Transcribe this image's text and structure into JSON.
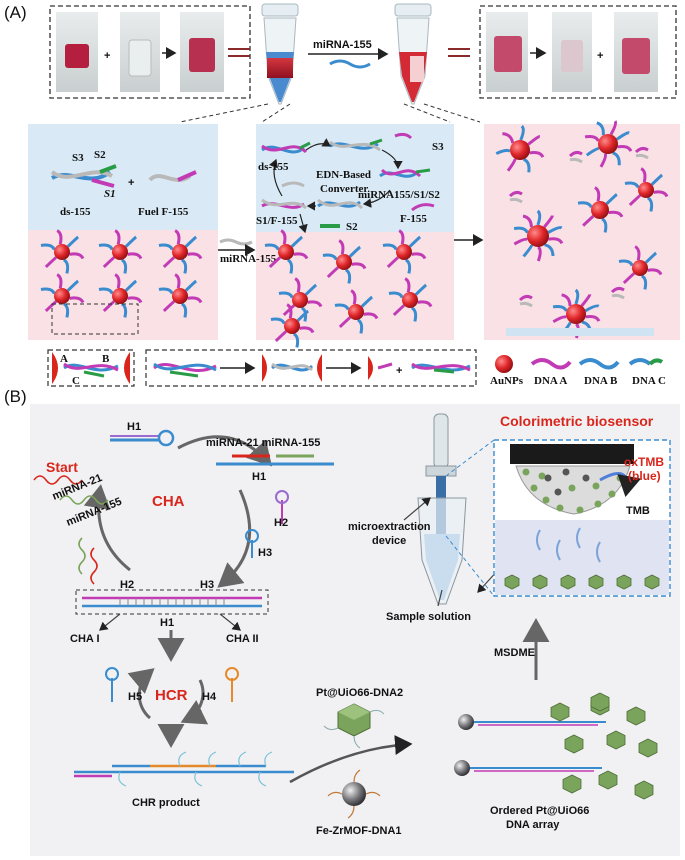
{
  "panel_a": {
    "label": "(A)",
    "arrow_mirna": "miRNA-155",
    "ds155": "ds-155",
    "fuel": "Fuel F-155",
    "plus": "+",
    "s1": "S1",
    "s2": "S2",
    "s3": "S3",
    "mirna_arrow2": "miRNA-155",
    "converter_ds155": "ds-155",
    "converter_title1": "EDN-Based",
    "converter_title2": "Converter",
    "converter_s3": "S3",
    "converter_mirna": "miRNA155/S1/S2",
    "converter_s1f": "S1/F-155",
    "converter_f155": "F-155",
    "converter_s2": "S2",
    "link_a": "A",
    "link_b": "B",
    "link_c": "C",
    "legend": [
      "AuNPs",
      "DNA A",
      "DNA B",
      "DNA C"
    ]
  },
  "panel_b": {
    "label": "(B)",
    "start": "Start",
    "h1": "H1",
    "mirna21_155": "miRNA-21 miRNA-155",
    "h1b": "H1",
    "h2": "H2",
    "h3": "H3",
    "mirna21": "miRNA-21",
    "mirna155": "miRNA-155",
    "cha": "CHA",
    "duplex_h2": "H2",
    "duplex_h3": "H3",
    "duplex_h1": "H1",
    "cha1": "CHA I",
    "cha2": "CHA II",
    "hcr": "HCR",
    "h4": "H4",
    "h5": "H5",
    "chr_product": "CHR product",
    "pt_uio": "Pt@UiO66-DNA2",
    "fe_mof": "Fe-ZrMOF-DNA1",
    "ordered1": "Ordered Pt@UiO66",
    "ordered2": "DNA array",
    "msdme": "MSDME",
    "biosensor": "Colorimetric biosensor",
    "oxtmb1": "oxTMB",
    "oxtmb2": "(blue)",
    "tmb": "TMB",
    "micro1": "microextraction",
    "micro2": "device",
    "sample": "Sample solution"
  },
  "colors": {
    "blue_bg": "#d9eaf6",
    "pink_bg": "#f9e1e6",
    "gold_red": "#d9261c",
    "dna_blue": "#3a8ccf",
    "dna_magenta": "#c23bb5",
    "mof_green": "#7aa45c",
    "panel_b_bg": "#f1f1f3"
  }
}
